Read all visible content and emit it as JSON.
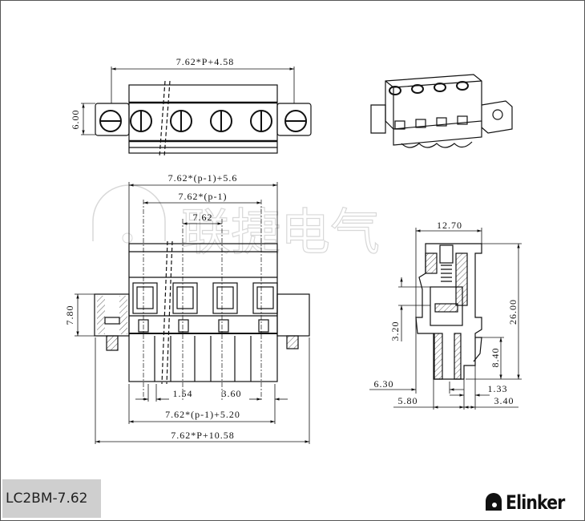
{
  "watermark": "联捷电气",
  "top_view": {
    "width_dim": "7.62*P+4.58",
    "height_dim": "6.00"
  },
  "front_view": {
    "dim_overall_top": "7.62*(p-1)+5.6",
    "dim_pitch_span": "7.62*(p-1)",
    "dim_pitch": "7.62",
    "dim_height": "7.80",
    "dim_pin_left": "1.54",
    "dim_pin_right": "3.60",
    "dim_body_bottom": "7.62*(p-1)+5.20",
    "dim_overall": "7.62*P+10.58"
  },
  "side_view": {
    "dim_width": "12.70",
    "dim_height": "26.00",
    "dim_3_20": "3.20",
    "dim_8_40": "8.40",
    "dim_6_30": "6.30",
    "dim_1_33": "1.33",
    "dim_5_80": "5.80",
    "dim_3_40": "3.40"
  },
  "footer": {
    "model": "LC2BM-7.62",
    "brand": "Elinker"
  }
}
